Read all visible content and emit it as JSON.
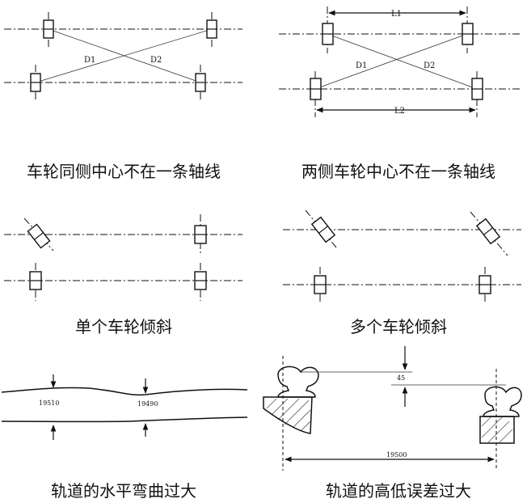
{
  "captions": [
    "车轮同侧中心不在一条轴线",
    "两侧车轮中心不在一条轴线",
    "单个车轮倾斜",
    "多个车轮倾斜",
    "轨道的水平弯曲过大",
    "轨道的高低误差过大"
  ],
  "labels": {
    "d1": "D1",
    "d2": "D2",
    "l1": "L1",
    "l2": "L2",
    "gauge_left": "19510",
    "gauge_right": "19490",
    "height_diff": "45",
    "span": "19500"
  }
}
